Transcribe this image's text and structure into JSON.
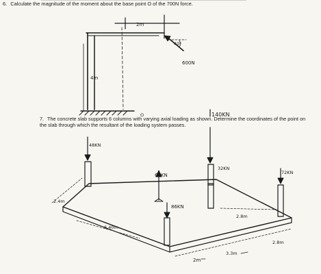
{
  "question6": {
    "number": "6.",
    "text": "Calculate the magnitude of the moment about the base point O of the 700N force."
  },
  "figure6": {
    "dim_width": "2m",
    "dim_height": "4m",
    "angle": "40°",
    "force": "600N",
    "point": "O"
  },
  "question7": {
    "number": "7.",
    "text": "The concrete slab supports 6 columns with varying axial loading as shown. Determine the coordinates of the point on the slab through which the resultant of the loading system passes."
  },
  "figure7": {
    "load_48": "48KN",
    "load_140": "140KN",
    "load_64": "64KN",
    "load_32": "32KN",
    "load_72": "72KN",
    "load_86": "86KN",
    "dim_left": "2.4m",
    "dim_front_left": "6.40m",
    "dim_inner": "2.8m",
    "dim_right": "2.8m",
    "dim_bottom_1": "2m",
    "dim_bottom_2": "3.3m"
  }
}
